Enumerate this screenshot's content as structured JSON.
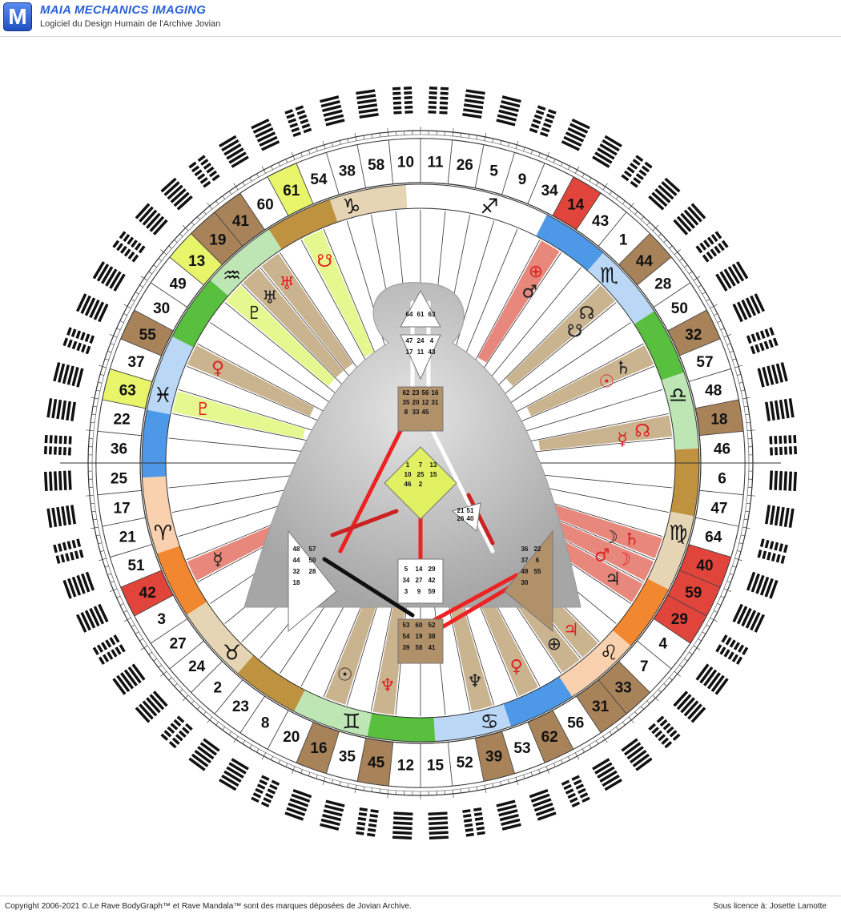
{
  "header": {
    "logo_letter": "M",
    "title": "MAIA MECHANICS IMAGING",
    "subtitle": "Logiciel du Design Humain de l'Archive Jovian"
  },
  "footer": {
    "copyright": "Copyright 2006-2021 ©.Le Rave BodyGraph™ et Rave Mandala™ sont des marques déposées de Jovian Archive.",
    "license": "Sous licence à: Josette Lamotte"
  },
  "mandala": {
    "gates_clockwise_from_top": [
      11,
      26,
      5,
      9,
      34,
      14,
      43,
      1,
      44,
      28,
      50,
      32,
      57,
      48,
      18,
      46,
      6,
      47,
      64,
      40,
      59,
      29,
      4,
      7,
      33,
      31,
      56,
      62,
      53,
      39,
      52,
      15,
      12,
      45,
      35,
      16,
      20,
      8,
      23,
      2,
      24,
      27,
      3,
      42,
      51,
      21,
      17,
      25,
      36,
      22,
      63,
      37,
      55,
      30,
      49,
      13,
      19,
      41,
      60,
      61,
      54,
      38,
      58,
      10
    ],
    "highlighted_gates": {
      "14": "red",
      "40": "red",
      "59": "red",
      "29": "red",
      "42": "red",
      "44": "brown",
      "32": "brown",
      "18": "brown",
      "33": "brown",
      "31": "brown",
      "62": "brown",
      "39": "brown",
      "45": "brown",
      "16": "brown",
      "55": "brown",
      "19": "brown",
      "41": "brown",
      "13": "yellow",
      "63": "yellow",
      "61": "yellow"
    },
    "zodiac_signs": [
      {
        "glyph": "♐",
        "color": "#ffffff"
      },
      {
        "glyph": "♏",
        "color": "#3a8ee6"
      },
      {
        "glyph": "♎",
        "color": "#46b82a"
      },
      {
        "glyph": "♍",
        "color": "#b8862a"
      },
      {
        "glyph": "♌",
        "color": "#f07a18"
      },
      {
        "glyph": "♋",
        "color": "#3a8ee6"
      },
      {
        "glyph": "♊",
        "color": "#46b82a"
      },
      {
        "glyph": "♉",
        "color": "#b8862a"
      },
      {
        "glyph": "♈",
        "color": "#f07a18"
      },
      {
        "glyph": "♓",
        "color": "#3a8ee6"
      },
      {
        "glyph": "♒",
        "color": "#46b82a"
      },
      {
        "glyph": "♑",
        "color": "#b8862a"
      }
    ],
    "planet_markers": [
      {
        "glyph": "⊕",
        "color": "#d22"
      },
      {
        "glyph": "☊",
        "color": "#222"
      },
      {
        "glyph": "♄",
        "color": "#222"
      },
      {
        "glyph": "☊",
        "color": "#d22"
      },
      {
        "glyph": "♄",
        "color": "#d22"
      },
      {
        "glyph": "☽",
        "color": "#d22"
      },
      {
        "glyph": "♃",
        "color": "#222"
      },
      {
        "glyph": "♃",
        "color": "#d22"
      },
      {
        "glyph": "⊕",
        "color": "#222"
      },
      {
        "glyph": "♀",
        "color": "#d22"
      },
      {
        "glyph": "♆",
        "color": "#222"
      },
      {
        "glyph": "♆",
        "color": "#d22"
      },
      {
        "glyph": "☉",
        "color": "#222"
      },
      {
        "glyph": "☿",
        "color": "#222"
      },
      {
        "glyph": "♇",
        "color": "#d22"
      },
      {
        "glyph": "♀",
        "color": "#d22"
      },
      {
        "glyph": "♇",
        "color": "#222"
      },
      {
        "glyph": "♅",
        "color": "#222"
      },
      {
        "glyph": "♅",
        "color": "#d22"
      },
      {
        "glyph": "☋",
        "color": "#d22"
      },
      {
        "glyph": "♂",
        "color": "#222"
      },
      {
        "glyph": "☋",
        "color": "#222"
      },
      {
        "glyph": "☉",
        "color": "#d22"
      },
      {
        "glyph": "☿",
        "color": "#d22"
      },
      {
        "glyph": "☽",
        "color": "#222"
      },
      {
        "glyph": "♂",
        "color": "#d22"
      }
    ],
    "bodygraph": {
      "head_gates": [
        "64",
        "61",
        "63"
      ],
      "ajna_gates": [
        "47",
        "24",
        "4",
        "17",
        "11",
        "43"
      ],
      "throat_gates": [
        "62",
        "23",
        "56",
        "16",
        "35",
        "20",
        "12",
        "31",
        "8",
        "33",
        "45"
      ],
      "g_gates": [
        "1",
        "7",
        "13",
        "10",
        "25",
        "15",
        "46",
        "2"
      ],
      "heart_gates": [
        "21",
        "51",
        "26",
        "40"
      ],
      "spleen_gates": [
        "48",
        "57",
        "44",
        "50",
        "32",
        "28",
        "18"
      ],
      "sacral_gates": [
        "5",
        "14",
        "29",
        "34",
        "27",
        "42",
        "3",
        "9",
        "59"
      ],
      "solar_plexus_gates": [
        "36",
        "22",
        "37",
        "6",
        "49",
        "55",
        "30"
      ],
      "root_gates": [
        "53",
        "60",
        "52",
        "54",
        "19",
        "38",
        "39",
        "58",
        "41"
      ]
    }
  }
}
